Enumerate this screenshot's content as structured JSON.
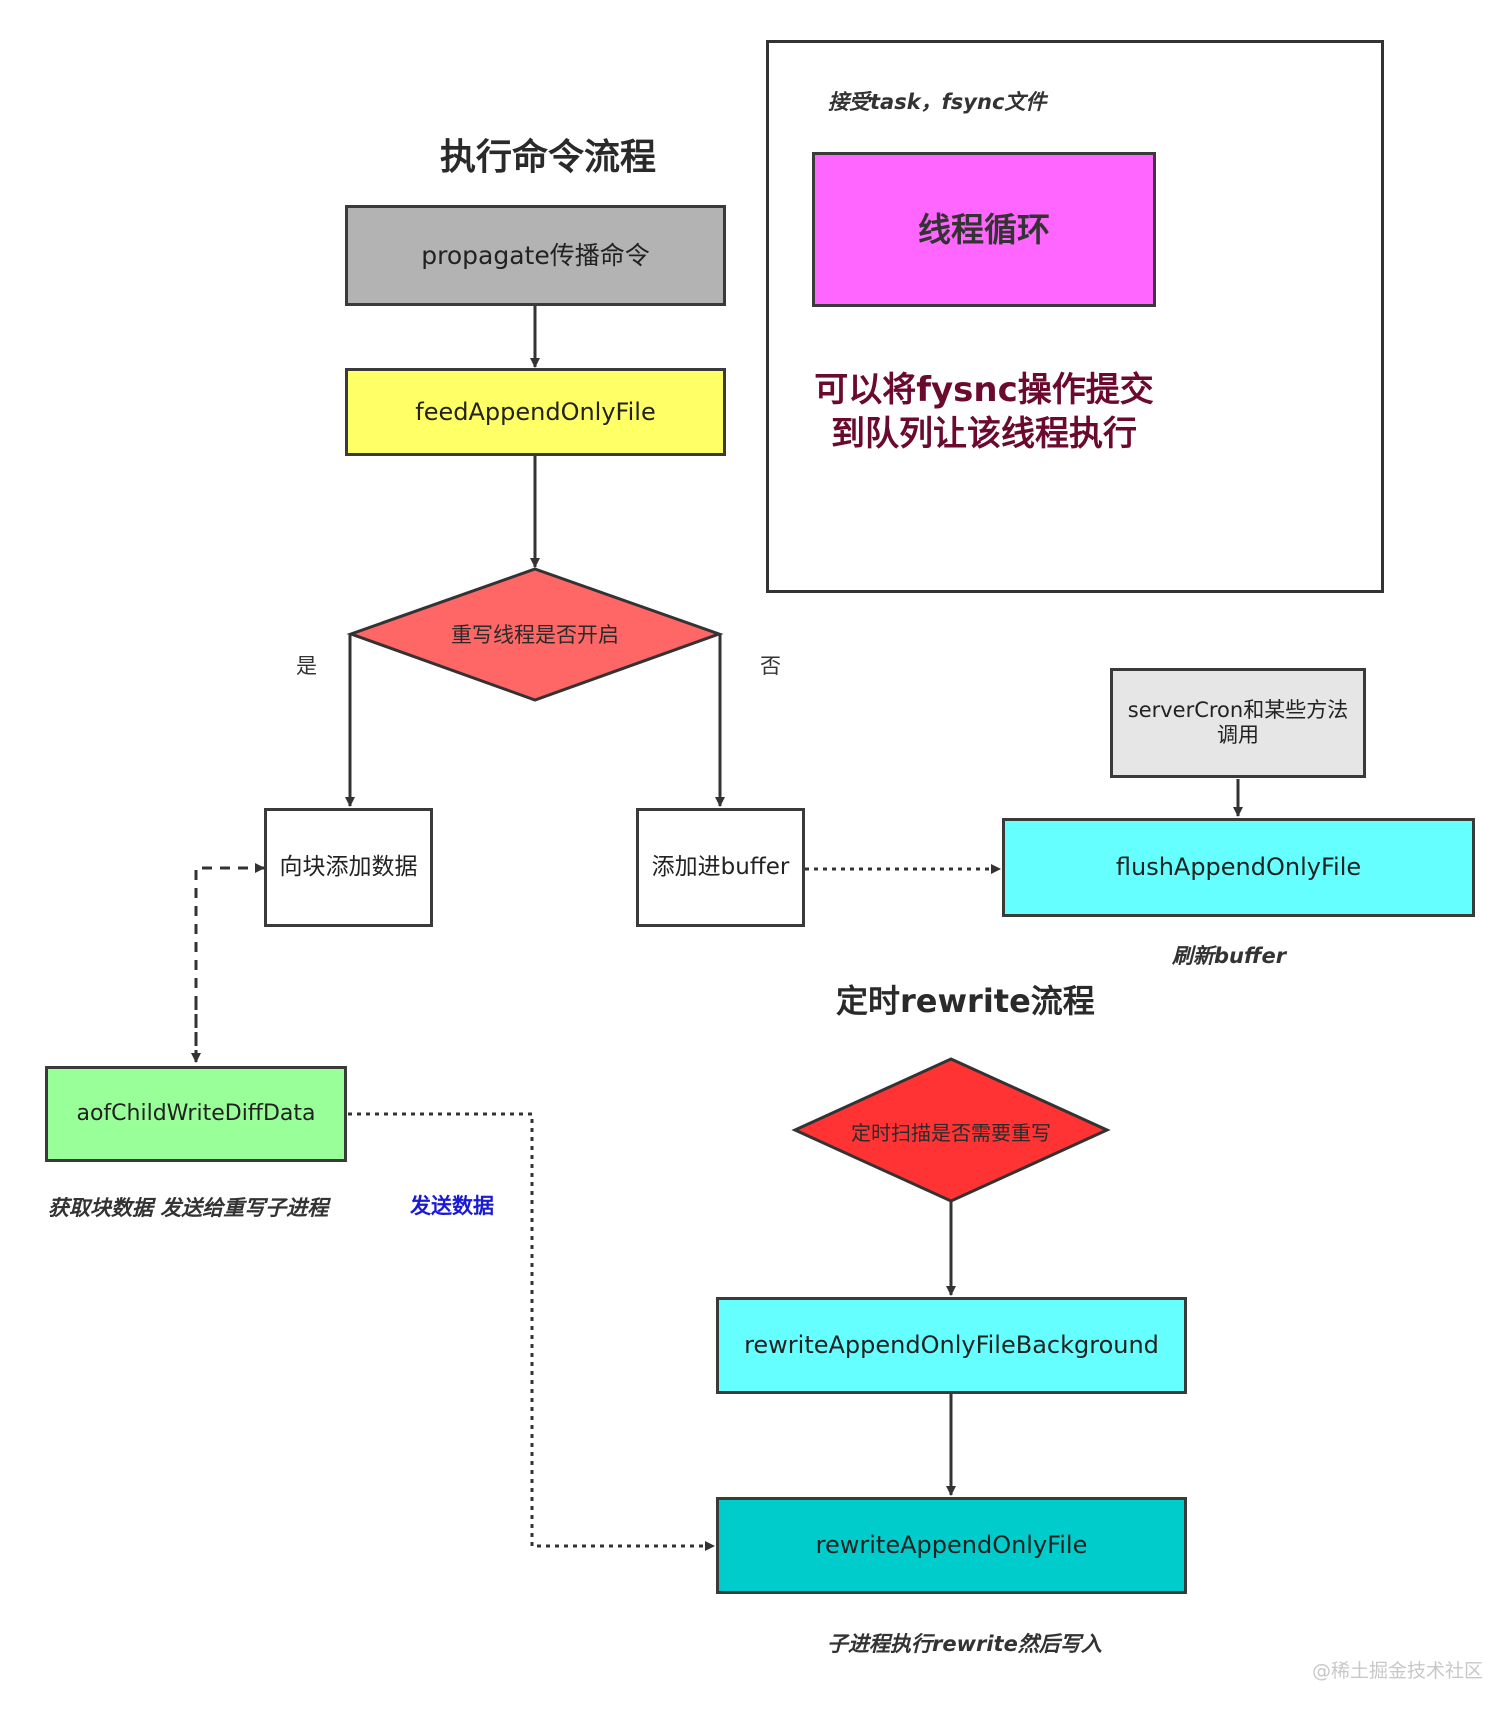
{
  "titles": {
    "exec_flow": "执行命令流程",
    "rewrite_flow": "定时rewrite流程"
  },
  "boxes": {
    "propagate": "propagate传播命令",
    "feed": "feedAppendOnlyFile",
    "add_block": "向块添加数据",
    "add_buffer": "添加进buffer",
    "flush": "flushAppendOnlyFile",
    "servercron": "serverCron和某些方法调用",
    "aof_child": "aofChildWriteDiffData",
    "rewrite_bg": "rewriteAppendOnlyFileBackground",
    "rewrite_aof": "rewriteAppendOnlyFile",
    "thread_loop": "线程循环"
  },
  "diamonds": {
    "rewrite_thread": "重写线程是否开启",
    "timed_scan": "定时扫描是否需要重写"
  },
  "branches": {
    "yes": "是",
    "no": "否"
  },
  "notes": {
    "accept_task": "接受task，fsync文件",
    "fysnc_submit": "可以将fysnc操作提交到队列让该线程执行",
    "refresh_buffer": "刷新buffer",
    "get_block": "获取块数据 发送给重写子进程",
    "send_data": "发送数据",
    "child_exec": "子进程执行rewrite然后写入"
  },
  "watermark": "@稀土掘金技术社区",
  "colors": {
    "propagate": "#b3b3b3",
    "feed": "#ffff66",
    "diamond_rewrite": "#ff6666",
    "diamond_timed": "#ff3333",
    "servercron": "#e6e6e6",
    "flush": "#66ffff",
    "aof_child": "#99ff99",
    "rewrite_bg": "#66ffff",
    "rewrite_aof": "#00cccc",
    "thread_loop": "#ff66ff",
    "fysnc_text": "#6b0a2e",
    "send_data": "#1a1ad6"
  }
}
